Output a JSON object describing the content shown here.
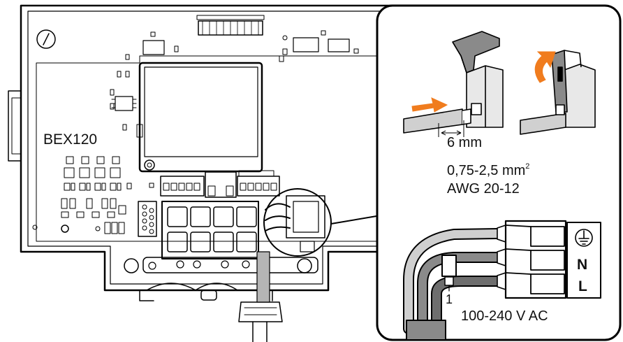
{
  "device": {
    "model": "BEX120"
  },
  "strip_length": "6 mm",
  "cable_cross_section": "0,75-2,5 mm",
  "cable_cross_section_exp": "2",
  "awg_range": "AWG 20-12",
  "terminals": {
    "earth": "⏚",
    "neutral": "N",
    "line": "L"
  },
  "callout_number": "1",
  "voltage": "100-240 V AC",
  "colors": {
    "arrow": "#f07c1e",
    "line": "#000000",
    "gray": "#b5b5b5"
  }
}
